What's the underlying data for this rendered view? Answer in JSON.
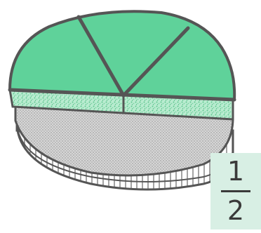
{
  "fraction": {
    "numerator": "1",
    "denominator": "2"
  },
  "pie": {
    "slices_cut_in_half": 3,
    "colors": {
      "top_fill": "#5fd29a",
      "cut_edge": "#8fe0b5",
      "bottom_fill": "#cfcfcf",
      "outline": "#555555",
      "fraction_bg": "#d8efe4"
    }
  }
}
